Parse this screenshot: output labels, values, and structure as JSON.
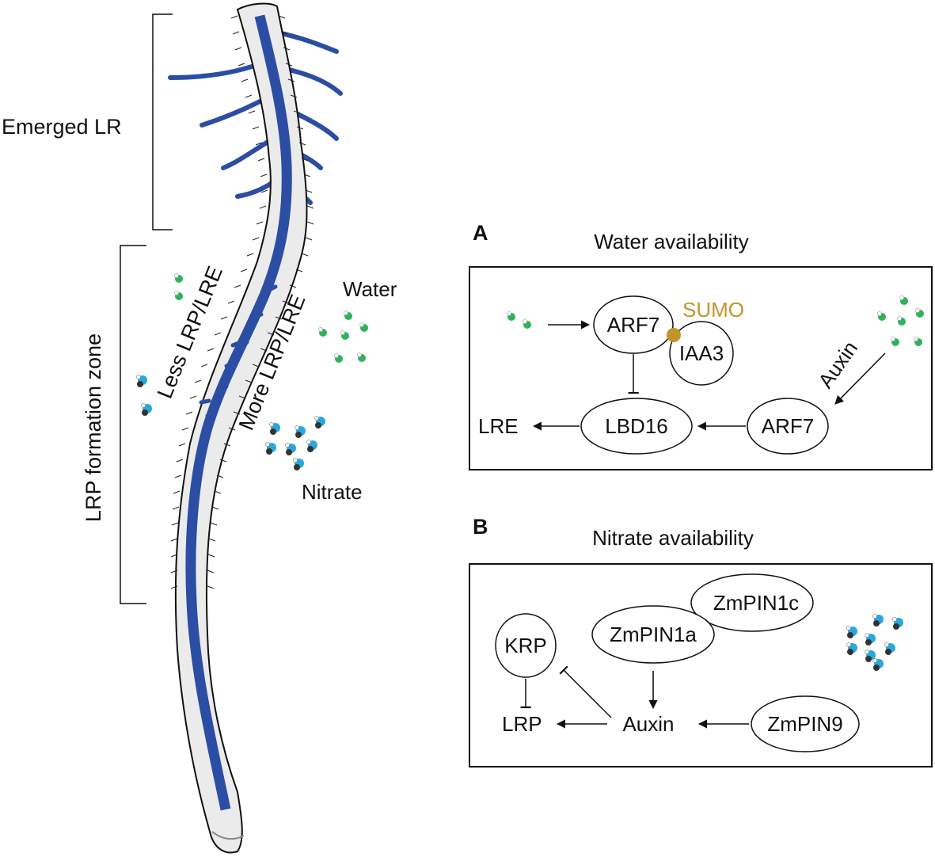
{
  "root": {
    "emerged_label": "Emerged LR",
    "formation_label": "LRP formation zone",
    "less_label": "Less LRP/LRE",
    "more_label": "More LRP/LRE",
    "water_label": "Water",
    "nitrate_label": "Nitrate"
  },
  "panel_a": {
    "letter": "A",
    "title": "Water availability",
    "nodes": {
      "arf7_top": "ARF7",
      "sumo": "SUMO",
      "iaa3": "IAA3",
      "auxin": "Auxin",
      "lbd16": "LBD16",
      "arf7_bottom": "ARF7",
      "lre": "LRE"
    }
  },
  "panel_b": {
    "letter": "B",
    "title": "Nitrate availability",
    "nodes": {
      "zmpin1c": "ZmPIN1c",
      "zmpin1a": "ZmPIN1a",
      "krp": "KRP",
      "lrp": "LRP",
      "auxin": "Auxin",
      "zmpin9": "ZmPIN9"
    }
  },
  "colors": {
    "root_fill": "#ebebeb",
    "vascular": "#2b4ea4",
    "sumo": "#c2952b",
    "water_dot": "#2fb35a",
    "nitrate_dot": "#29a8df",
    "line": "#111111"
  }
}
